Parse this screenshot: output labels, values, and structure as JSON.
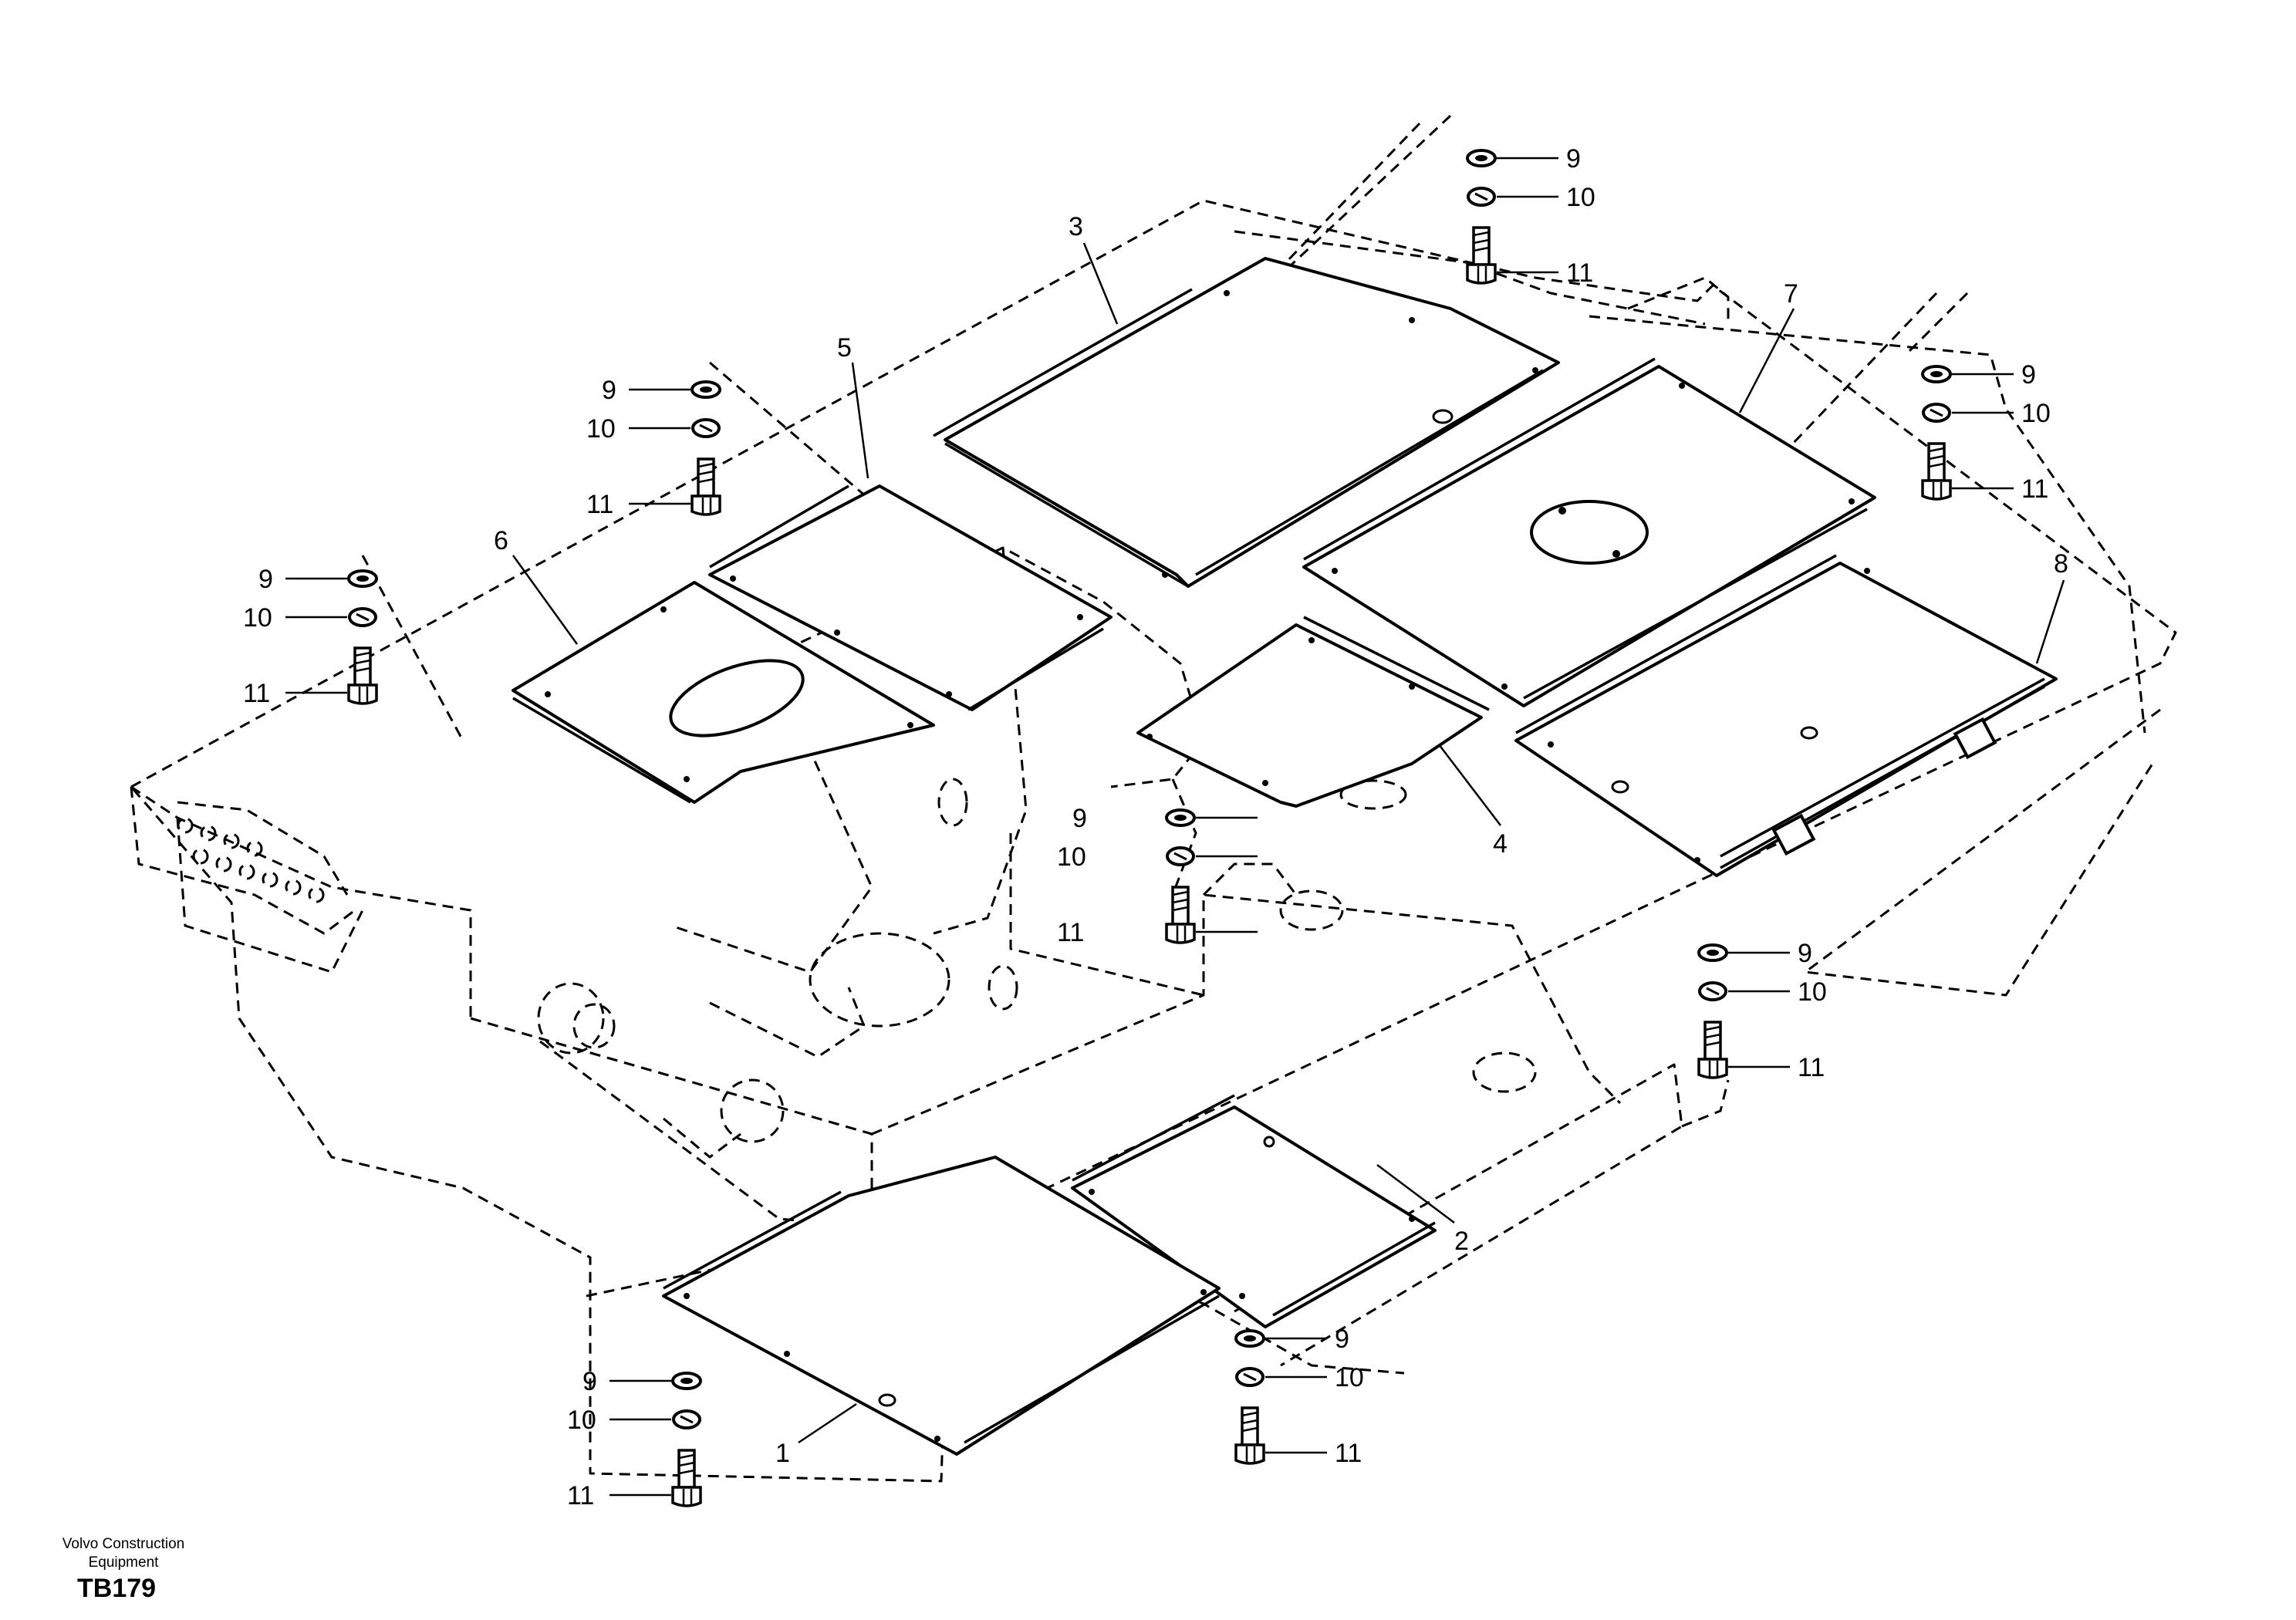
{
  "brand": {
    "line1": "Volvo Construction",
    "line2": "Equipment"
  },
  "drawing_id": "TB179",
  "callouts": {
    "p1": "1",
    "p2": "2",
    "p3": "3",
    "p4": "4",
    "p5": "5",
    "p6": "6",
    "p7": "7",
    "p8": "8",
    "washer": "9",
    "lock_washer": "10",
    "bolt": "11"
  },
  "colors": {
    "ink": "#000000",
    "paper": "#ffffff"
  }
}
